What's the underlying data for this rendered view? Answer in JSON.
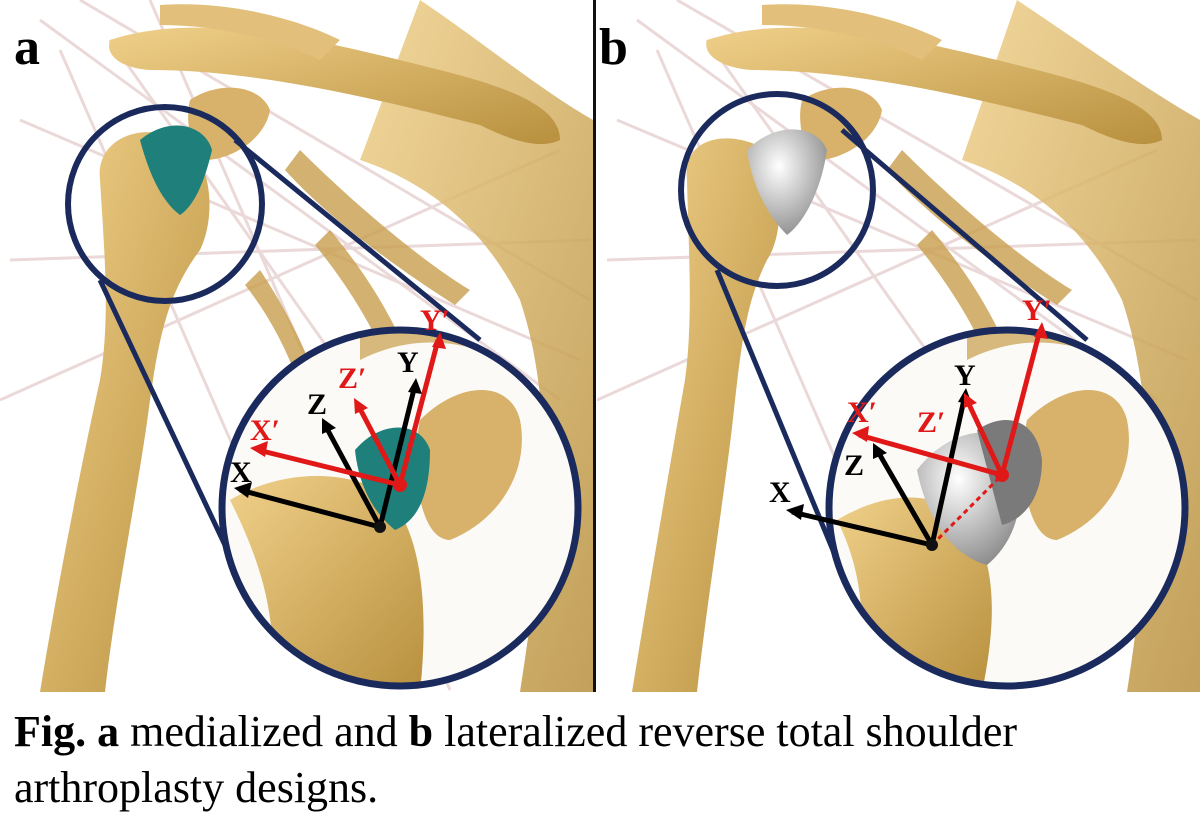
{
  "panels": {
    "a": {
      "letter": "a"
    },
    "b": {
      "letter": "b"
    }
  },
  "axes": {
    "global": {
      "x": "X",
      "y": "Y",
      "z": "Z"
    },
    "local": {
      "x": "X′",
      "y": "Y′",
      "z": "Z′"
    }
  },
  "caption": {
    "fig_label": "Fig.",
    "panel_a": "a",
    "text_a": " medialized and ",
    "panel_b": "b",
    "text_b": " lateralized reverse total shoulder arthroplasty designs."
  },
  "colors": {
    "bone": "#d9b26a",
    "bone_dark": "#a8823c",
    "circle": "#1b2a5c",
    "global_axis": "#000000",
    "local_axis": "#e01818",
    "implant_a": "#1f7f7a",
    "implant_b": "#c8c8c8",
    "muscle_lines": "#d9b8b8"
  }
}
